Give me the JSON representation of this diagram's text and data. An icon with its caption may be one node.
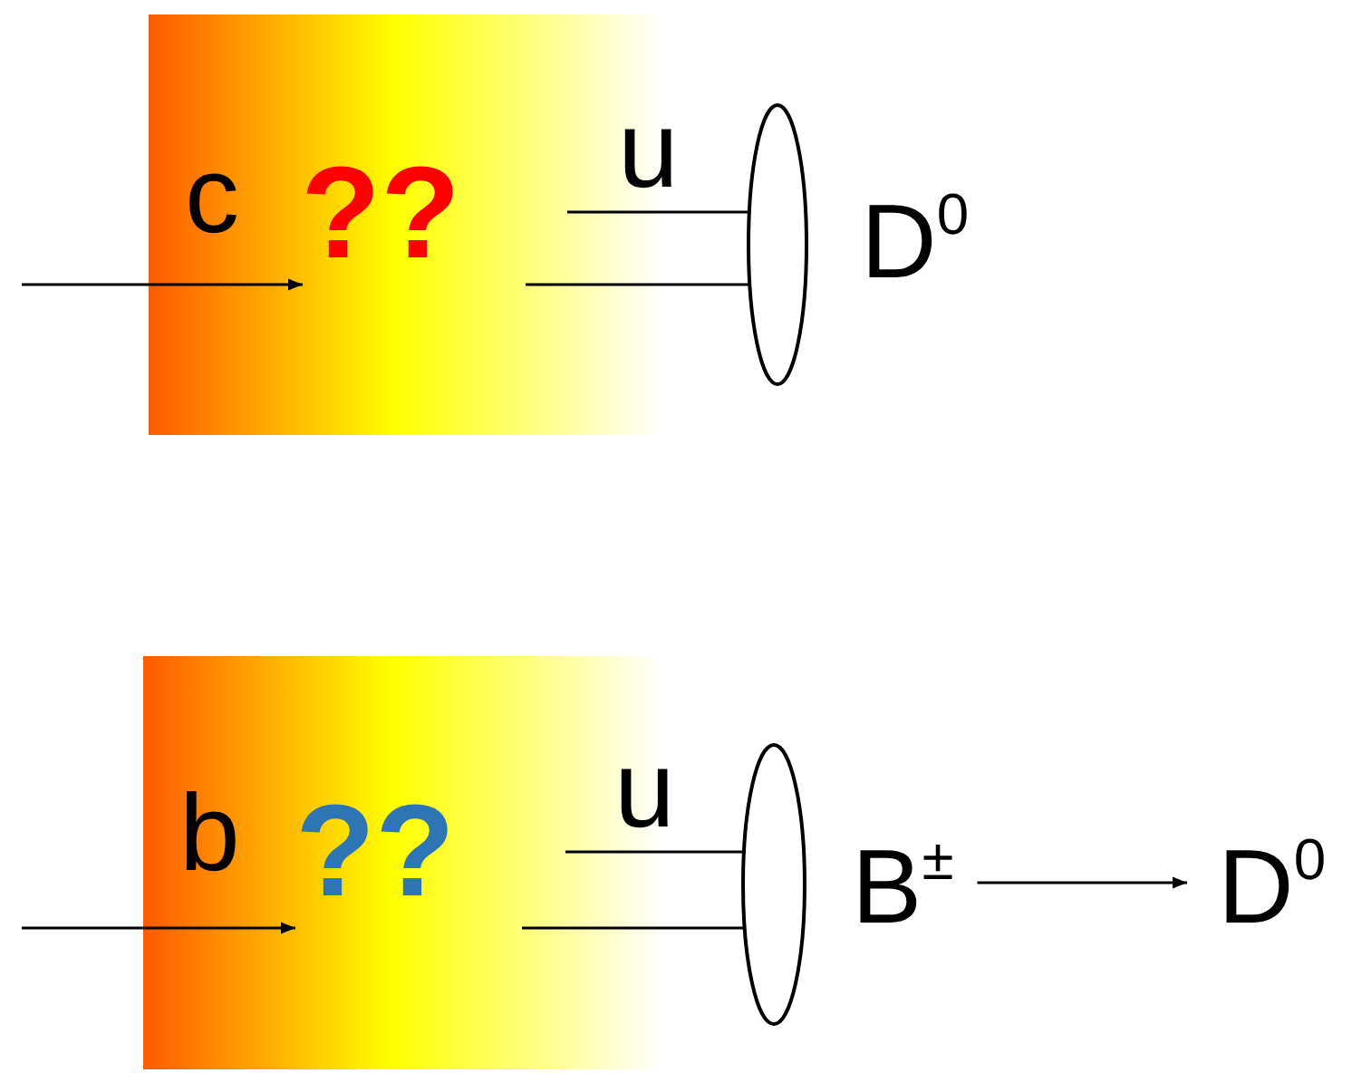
{
  "diagram": {
    "nodes": [
      {
        "text": [
          "c",
          "??"
        ]
      },
      {
        "text": [],
        "shape": "ellipse",
        "beside": [
          "D$^{0}$"
        ]
      },
      {
        "text": [
          "b",
          "??"
        ]
      },
      {
        "text": [],
        "shape": "ellipse"
      },
      {
        "text": [
          "B$^{±}$"
        ]
      },
      {
        "text": [
          "D$^{0}$"
        ]
      }
    ],
    "edges": [
      {
        "from": null,
        "to": 0,
        "arrow": "to"
      },
      {
        "from": 0,
        "to": 1,
        "arrow": "none",
        "label": "u"
      },
      {
        "from": 0,
        "to": 1,
        "arrow": "none"
      },
      {
        "from": null,
        "to": 2,
        "arrow": "to"
      },
      {
        "from": 2,
        "to": 3,
        "arrow": "none",
        "label": "u"
      },
      {
        "from": 2,
        "to": 3,
        "arrow": "none"
      },
      {
        "from": 4,
        "to": 5,
        "arrow": "to"
      }
    ]
  }
}
